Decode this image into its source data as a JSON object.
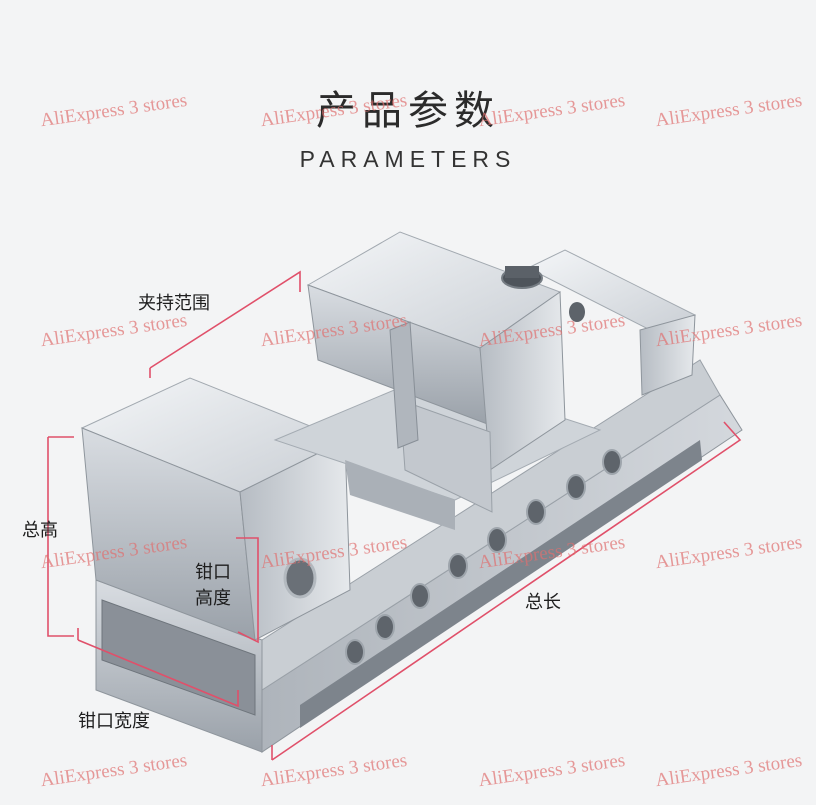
{
  "heading": {
    "title_cn": "产品参数",
    "title_en": "PARAMETERS"
  },
  "dimension_labels": {
    "clamping_range": "夹持范围",
    "total_height": "总高",
    "jaw_height_line1": "钳口",
    "jaw_height_line2": "高度",
    "total_length": "总长",
    "jaw_width": "钳口宽度"
  },
  "watermark": "AliExpress 3 stores",
  "colors": {
    "dimension_line": "#e0506a",
    "metal_light": "#dfe3e8",
    "metal_dark": "#8f969e"
  }
}
